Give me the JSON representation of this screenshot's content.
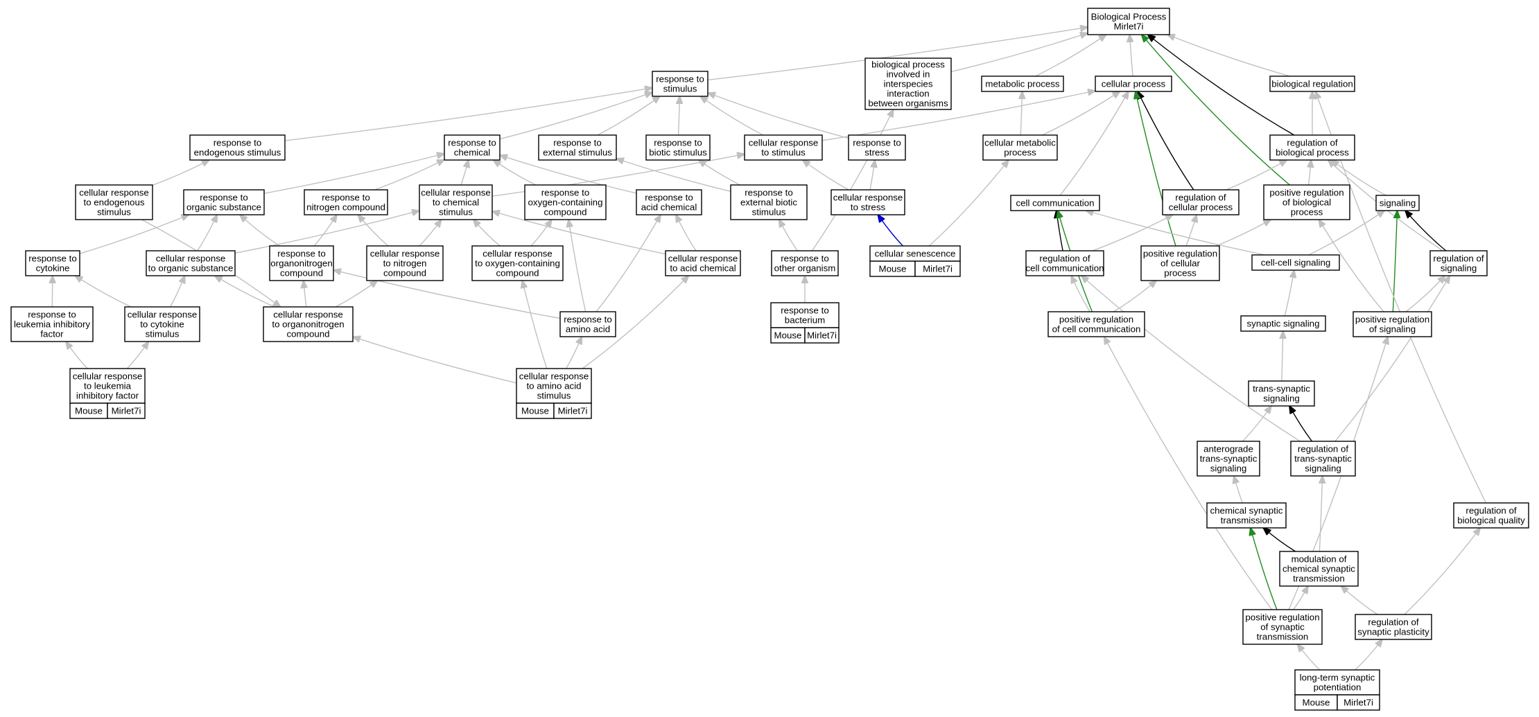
{
  "colors": {
    "gray": "#c0c0c0",
    "black": "#000000",
    "green": "#228b22",
    "blue": "#0000cd",
    "tag_fill": "#add8e6"
  },
  "nodes": [
    {
      "id": "bp",
      "lines": [
        "Biological Process",
        "Mirlet7i"
      ]
    },
    {
      "id": "rs",
      "lines": [
        "response to",
        "stimulus"
      ]
    },
    {
      "id": "bpii",
      "lines": [
        "biological process",
        "involved in",
        "interspecies",
        "interaction",
        "between organisms"
      ]
    },
    {
      "id": "mp",
      "lines": [
        "metabolic process"
      ]
    },
    {
      "id": "cp",
      "lines": [
        "cellular process"
      ]
    },
    {
      "id": "breg",
      "lines": [
        "biological regulation"
      ]
    },
    {
      "id": "res",
      "lines": [
        "response to",
        "endogenous stimulus"
      ]
    },
    {
      "id": "rc",
      "lines": [
        "response to",
        "chemical"
      ]
    },
    {
      "id": "rexs",
      "lines": [
        "response to",
        "external stimulus"
      ]
    },
    {
      "id": "rbs",
      "lines": [
        "response to",
        "biotic stimulus"
      ]
    },
    {
      "id": "crs",
      "lines": [
        "cellular response",
        "to stimulus"
      ]
    },
    {
      "id": "rstr",
      "lines": [
        "response to",
        "stress"
      ]
    },
    {
      "id": "cmp",
      "lines": [
        "cellular metabolic",
        "process"
      ]
    },
    {
      "id": "rbp",
      "lines": [
        "regulation of",
        "biological process"
      ]
    },
    {
      "id": "cres",
      "lines": [
        "cellular response",
        "to endogenous",
        "stimulus"
      ]
    },
    {
      "id": "ros",
      "lines": [
        "response to",
        "organic substance"
      ]
    },
    {
      "id": "rnc",
      "lines": [
        "response to",
        "nitrogen compound"
      ]
    },
    {
      "id": "crcs",
      "lines": [
        "cellular response",
        "to chemical",
        "stimulus"
      ]
    },
    {
      "id": "rocc",
      "lines": [
        "response to",
        "oxygen-containing",
        "compound"
      ]
    },
    {
      "id": "rac",
      "lines": [
        "response to",
        "acid chemical"
      ]
    },
    {
      "id": "rebs",
      "lines": [
        "response to",
        "external biotic",
        "stimulus"
      ]
    },
    {
      "id": "crstr",
      "lines": [
        "cellular response",
        "to stress"
      ]
    },
    {
      "id": "cc",
      "lines": [
        "cell communication"
      ]
    },
    {
      "id": "rcp",
      "lines": [
        "regulation of",
        "cellular process"
      ]
    },
    {
      "id": "prbp",
      "lines": [
        "positive regulation",
        "of biological",
        "process"
      ]
    },
    {
      "id": "sig",
      "lines": [
        "signaling"
      ]
    },
    {
      "id": "rcyt",
      "lines": [
        "response to",
        "cytokine"
      ]
    },
    {
      "id": "cros",
      "lines": [
        "cellular response",
        "to organic substance"
      ]
    },
    {
      "id": "ronc",
      "lines": [
        "response to",
        "organonitrogen",
        "compound"
      ]
    },
    {
      "id": "crnc",
      "lines": [
        "cellular response",
        "to nitrogen",
        "compound"
      ]
    },
    {
      "id": "crocc",
      "lines": [
        "cellular response",
        "to oxygen-containing",
        "compound"
      ]
    },
    {
      "id": "crac",
      "lines": [
        "cellular response",
        "to acid chemical"
      ]
    },
    {
      "id": "roo",
      "lines": [
        "response to",
        "other organism"
      ]
    },
    {
      "id": "csen",
      "lines": [
        "cellular senescence"
      ],
      "tag": [
        "Mouse",
        "Mirlet7i"
      ]
    },
    {
      "id": "rcc",
      "lines": [
        "regulation of",
        "cell communication"
      ]
    },
    {
      "id": "prcp",
      "lines": [
        "positive regulation",
        "of cellular",
        "process"
      ]
    },
    {
      "id": "ccs",
      "lines": [
        "cell-cell signaling"
      ]
    },
    {
      "id": "rsig",
      "lines": [
        "regulation of",
        "signaling"
      ]
    },
    {
      "id": "rlif",
      "lines": [
        "response to",
        "leukemia inhibitory",
        "factor"
      ]
    },
    {
      "id": "crcyt",
      "lines": [
        "cellular response",
        "to cytokine",
        "stimulus"
      ]
    },
    {
      "id": "cronc",
      "lines": [
        "cellular response",
        "to organonitrogen",
        "compound"
      ]
    },
    {
      "id": "raa",
      "lines": [
        "response to",
        "amino acid"
      ]
    },
    {
      "id": "rbac",
      "lines": [
        "response to",
        "bacterium"
      ],
      "tag": [
        "Mouse",
        "Mirlet7i"
      ]
    },
    {
      "id": "prcc",
      "lines": [
        "positive regulation",
        "of cell communication"
      ]
    },
    {
      "id": "ss",
      "lines": [
        "synaptic signaling"
      ]
    },
    {
      "id": "prsig",
      "lines": [
        "positive regulation",
        "of signaling"
      ]
    },
    {
      "id": "crlif",
      "lines": [
        "cellular response",
        "to leukemia",
        "inhibitory factor"
      ],
      "tag": [
        "Mouse",
        "Mirlet7i"
      ]
    },
    {
      "id": "craa",
      "lines": [
        "cellular response",
        "to amino acid",
        "stimulus"
      ],
      "tag": [
        "Mouse",
        "Mirlet7i"
      ]
    },
    {
      "id": "tss",
      "lines": [
        "trans-synaptic",
        "signaling"
      ]
    },
    {
      "id": "atss",
      "lines": [
        "anterograde",
        "trans-synaptic",
        "signaling"
      ]
    },
    {
      "id": "rtss",
      "lines": [
        "regulation of",
        "trans-synaptic",
        "signaling"
      ]
    },
    {
      "id": "cst",
      "lines": [
        "chemical synaptic",
        "transmission"
      ]
    },
    {
      "id": "rbq",
      "lines": [
        "regulation of",
        "biological quality"
      ]
    },
    {
      "id": "mcst",
      "lines": [
        "modulation of",
        "chemical synaptic",
        "transmission"
      ]
    },
    {
      "id": "prst",
      "lines": [
        "positive regulation",
        "of synaptic",
        "transmission"
      ]
    },
    {
      "id": "rsp",
      "lines": [
        "regulation of",
        "synaptic plasticity"
      ]
    },
    {
      "id": "ltp",
      "lines": [
        "long-term synaptic",
        "potentiation"
      ],
      "tag": [
        "Mouse",
        "Mirlet7i"
      ]
    }
  ],
  "edges": [
    [
      "rs",
      "bp",
      "gray"
    ],
    [
      "bpii",
      "bp",
      "gray"
    ],
    [
      "mp",
      "bp",
      "gray"
    ],
    [
      "cp",
      "bp",
      "gray"
    ],
    [
      "breg",
      "bp",
      "gray"
    ],
    [
      "prbp",
      "bp",
      "green"
    ],
    [
      "rbp",
      "bp",
      "black"
    ],
    [
      "res",
      "rs",
      "gray"
    ],
    [
      "rc",
      "rs",
      "gray"
    ],
    [
      "rexs",
      "rs",
      "gray"
    ],
    [
      "rbs",
      "rs",
      "gray"
    ],
    [
      "crs",
      "rs",
      "gray"
    ],
    [
      "rstr",
      "rs",
      "gray"
    ],
    [
      "crs",
      "cp",
      "gray"
    ],
    [
      "cmp",
      "mp",
      "gray"
    ],
    [
      "cmp",
      "cp",
      "gray"
    ],
    [
      "rbp",
      "breg",
      "gray"
    ],
    [
      "cres",
      "res",
      "gray"
    ],
    [
      "ros",
      "rc",
      "gray"
    ],
    [
      "rnc",
      "rc",
      "gray"
    ],
    [
      "crcs",
      "rc",
      "gray"
    ],
    [
      "rocc",
      "rc",
      "gray"
    ],
    [
      "rac",
      "rc",
      "gray"
    ],
    [
      "crcs",
      "crs",
      "gray"
    ],
    [
      "rebs",
      "rexs",
      "gray"
    ],
    [
      "rebs",
      "rbs",
      "gray"
    ],
    [
      "crstr",
      "rstr",
      "gray"
    ],
    [
      "crstr",
      "crs",
      "gray"
    ],
    [
      "cc",
      "cp",
      "gray"
    ],
    [
      "rcp",
      "cp",
      "black"
    ],
    [
      "prcp",
      "cp",
      "green"
    ],
    [
      "rcp",
      "rbp",
      "gray"
    ],
    [
      "prbp",
      "rbp",
      "gray"
    ],
    [
      "sig",
      "rbp",
      "gray"
    ],
    [
      "rsig",
      "rbp",
      "gray"
    ],
    [
      "rcyt",
      "ros",
      "gray"
    ],
    [
      "cros",
      "ros",
      "gray"
    ],
    [
      "cros",
      "crcs",
      "gray"
    ],
    [
      "ronc",
      "ros",
      "gray"
    ],
    [
      "ronc",
      "rnc",
      "gray"
    ],
    [
      "crnc",
      "rnc",
      "gray"
    ],
    [
      "crnc",
      "crcs",
      "gray"
    ],
    [
      "crocc",
      "rocc",
      "gray"
    ],
    [
      "crocc",
      "crcs",
      "gray"
    ],
    [
      "crac",
      "rac",
      "gray"
    ],
    [
      "crac",
      "crcs",
      "gray"
    ],
    [
      "roo",
      "rebs",
      "gray"
    ],
    [
      "roo",
      "bpii",
      "gray"
    ],
    [
      "csen",
      "crstr",
      "blue"
    ],
    [
      "csen",
      "cmp",
      "gray"
    ],
    [
      "rcc",
      "cc",
      "black"
    ],
    [
      "rcc",
      "rcp",
      "gray"
    ],
    [
      "prcp",
      "rcp",
      "gray"
    ],
    [
      "prcp",
      "prbp",
      "gray"
    ],
    [
      "ccs",
      "cc",
      "gray"
    ],
    [
      "ccs",
      "sig",
      "gray"
    ],
    [
      "rsig",
      "sig",
      "black"
    ],
    [
      "rlif",
      "rcyt",
      "gray"
    ],
    [
      "crcyt",
      "rcyt",
      "gray"
    ],
    [
      "crcyt",
      "cros",
      "gray"
    ],
    [
      "cres",
      "cronc",
      "gray"
    ],
    [
      "cronc",
      "cros",
      "gray"
    ],
    [
      "cronc",
      "ronc",
      "gray"
    ],
    [
      "cronc",
      "crnc",
      "gray"
    ],
    [
      "raa",
      "ronc",
      "gray"
    ],
    [
      "raa",
      "rocc",
      "gray"
    ],
    [
      "raa",
      "rac",
      "gray"
    ],
    [
      "rbac",
      "roo",
      "gray"
    ],
    [
      "prcc",
      "cc",
      "green"
    ],
    [
      "prcc",
      "rcc",
      "gray"
    ],
    [
      "prcc",
      "prcp",
      "gray"
    ],
    [
      "ss",
      "ccs",
      "gray"
    ],
    [
      "prsig",
      "sig",
      "green"
    ],
    [
      "prsig",
      "rsig",
      "gray"
    ],
    [
      "prsig",
      "prbp",
      "gray"
    ],
    [
      "crlif",
      "rlif",
      "gray"
    ],
    [
      "crlif",
      "crcyt",
      "gray"
    ],
    [
      "craa",
      "raa",
      "gray"
    ],
    [
      "craa",
      "crac",
      "gray"
    ],
    [
      "craa",
      "cronc",
      "gray"
    ],
    [
      "craa",
      "crocc",
      "gray"
    ],
    [
      "tss",
      "ss",
      "gray"
    ],
    [
      "atss",
      "tss",
      "gray"
    ],
    [
      "rtss",
      "tss",
      "black"
    ],
    [
      "rtss",
      "rsig",
      "gray"
    ],
    [
      "rtss",
      "rcc",
      "gray"
    ],
    [
      "cst",
      "atss",
      "gray"
    ],
    [
      "mcst",
      "cst",
      "black"
    ],
    [
      "mcst",
      "rtss",
      "gray"
    ],
    [
      "prst",
      "cst",
      "green"
    ],
    [
      "prst",
      "mcst",
      "gray"
    ],
    [
      "prst",
      "prcc",
      "gray"
    ],
    [
      "prst",
      "prsig",
      "gray"
    ],
    [
      "rsp",
      "mcst",
      "gray"
    ],
    [
      "rsp",
      "rbq",
      "gray"
    ],
    [
      "rbq",
      "breg",
      "gray"
    ],
    [
      "ltp",
      "prst",
      "gray"
    ],
    [
      "ltp",
      "rsp",
      "gray"
    ]
  ]
}
